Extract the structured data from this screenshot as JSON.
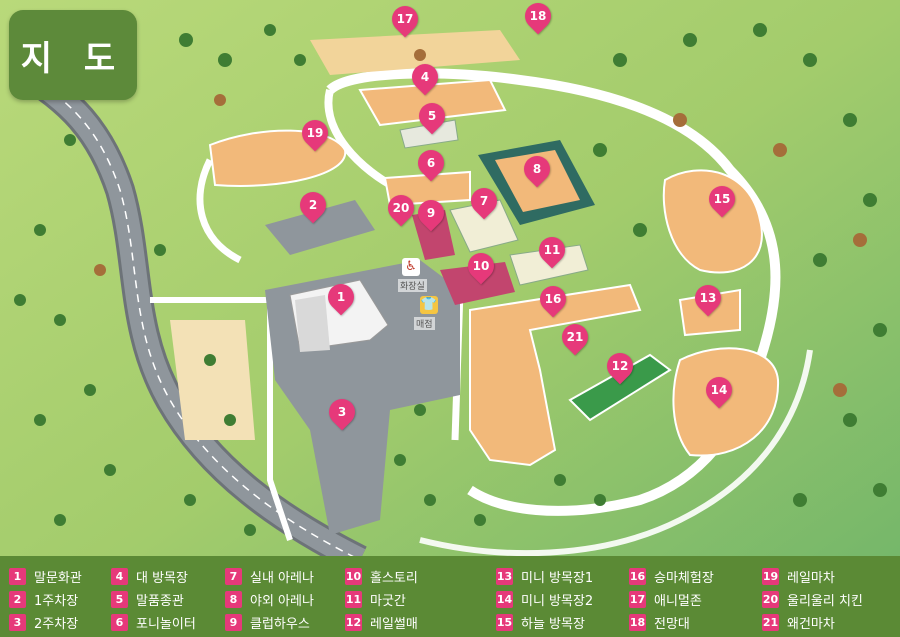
{
  "title": "지 도",
  "facilities": [
    {
      "num": "1",
      "name": "말문화관"
    },
    {
      "num": "2",
      "name": "1주차장"
    },
    {
      "num": "3",
      "name": "2주차장"
    },
    {
      "num": "4",
      "name": "대 방목장"
    },
    {
      "num": "5",
      "name": "말품종관"
    },
    {
      "num": "6",
      "name": "포니놀이터"
    },
    {
      "num": "7",
      "name": "실내 아레나"
    },
    {
      "num": "8",
      "name": "야외 아레나"
    },
    {
      "num": "9",
      "name": "클럽하우스"
    },
    {
      "num": "10",
      "name": "홀스토리"
    },
    {
      "num": "11",
      "name": "마굿간"
    },
    {
      "num": "12",
      "name": "레일썰매"
    },
    {
      "num": "13",
      "name": "미니 방목장1"
    },
    {
      "num": "14",
      "name": "미니 방목장2"
    },
    {
      "num": "15",
      "name": "하늘 방목장"
    },
    {
      "num": "16",
      "name": "승마체험장"
    },
    {
      "num": "17",
      "name": "애니멀존"
    },
    {
      "num": "18",
      "name": "전망대"
    },
    {
      "num": "19",
      "name": "레일마차"
    },
    {
      "num": "20",
      "name": "울리울리 치킨"
    },
    {
      "num": "21",
      "name": "왜건마차"
    }
  ],
  "map_labels": {
    "restroom": "화장실",
    "shop": "매점"
  },
  "colors": {
    "pin": "#e6397a",
    "legend_bg": "#5b8a35",
    "grass": "#a9cf72",
    "paddock": "#f2b97a",
    "road": "#8f969c",
    "path": "#ffffff"
  }
}
